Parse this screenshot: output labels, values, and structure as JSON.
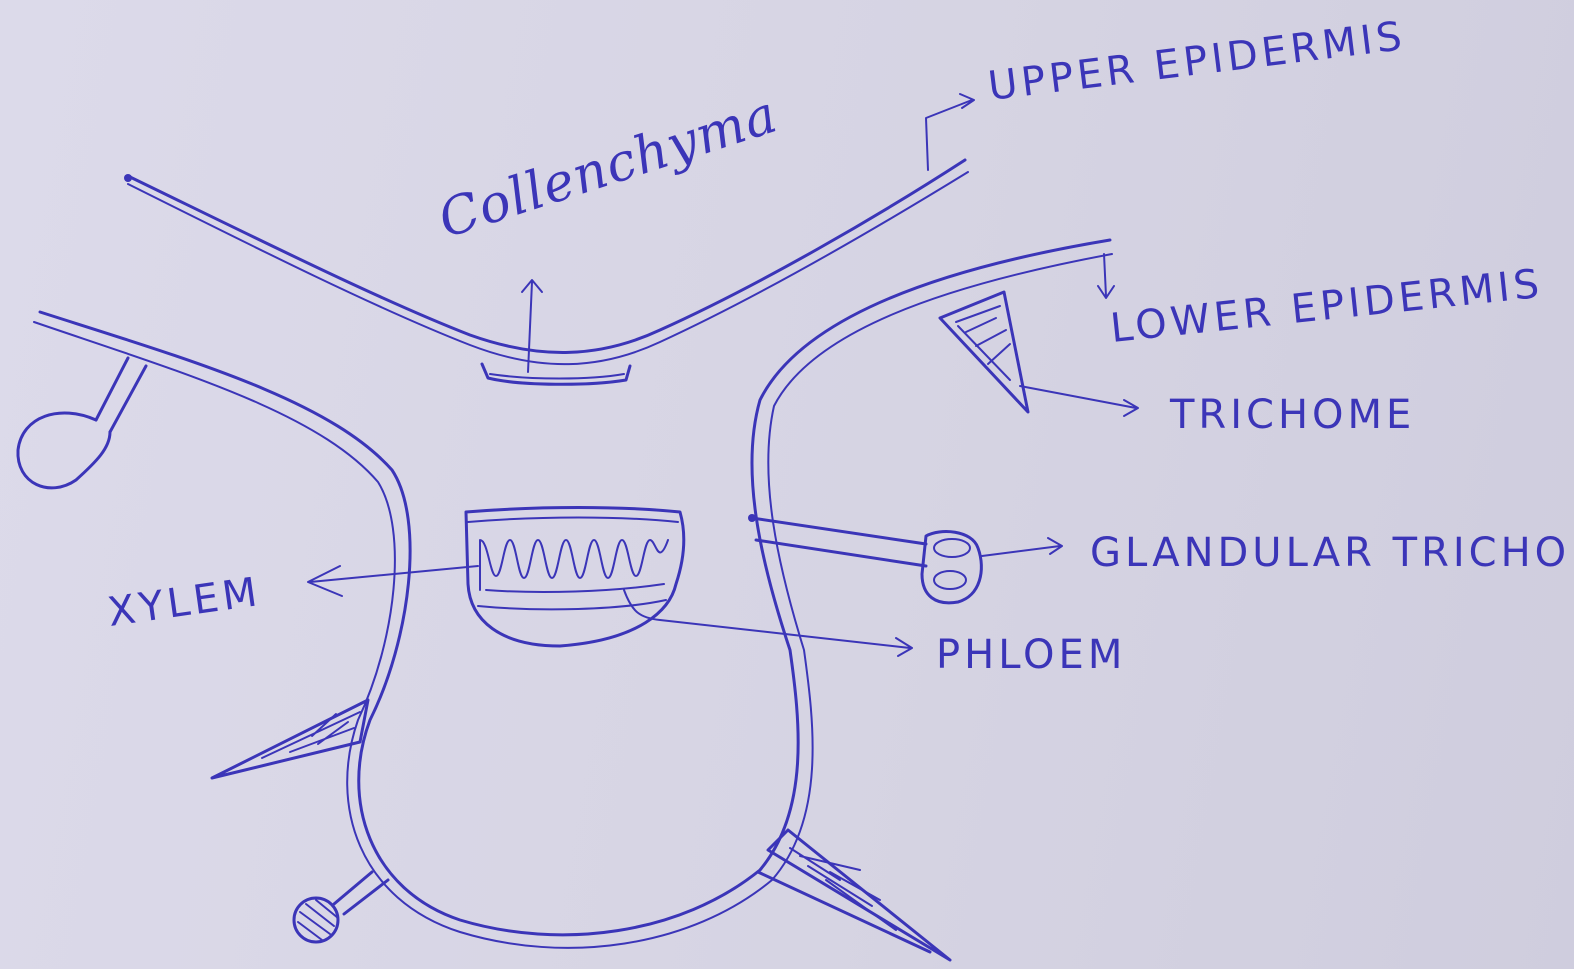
{
  "labels": {
    "collenchyma": "Collenchyma",
    "upper_epidermis": "UPPER EPIDERMIS",
    "lower_epidermis": "LOWER EPIDERMIS",
    "trichome": "TRICHOME",
    "glandular_trichome": "GLANDULAR TRICHOME",
    "xylem": "XYLEM",
    "phloem": "PHLOEM"
  },
  "colors": {
    "ink": "#3b35b8",
    "paper": "#d9d7e6"
  }
}
